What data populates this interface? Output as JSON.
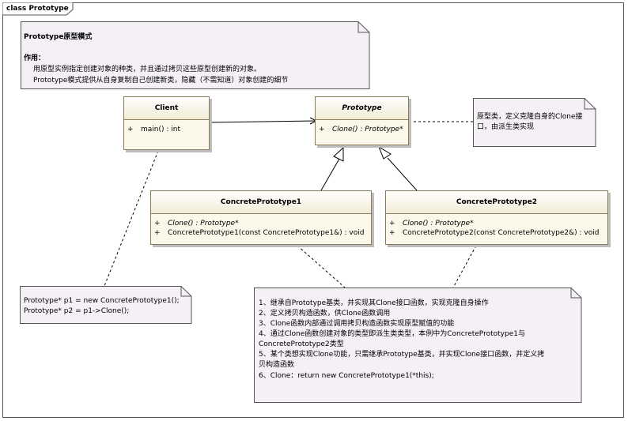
{
  "diagram": {
    "frame_label": "class Prototype"
  },
  "notes": {
    "title_note": {
      "title": "Prototype原型模式",
      "subtitle": "作用：",
      "line1": "用原型实例指定创建对象的种类，并且通过拷贝这些原型创建新的对象。",
      "line2": "Prototype模式提供从自身复制自己创建新类，隐藏（不需知道）对象创建的细节"
    },
    "prototype_note": {
      "line1": "原型类，定义克隆自身的Clone接",
      "line2": "口，由派生类实现"
    },
    "client_note": {
      "line1": "Prototype* p1 = new ConcretePrototype1();",
      "line2": "Prototype* p2 = p1->Clone();"
    },
    "concrete_note": {
      "line1": "1、继承自Prototype基类，并实现其Clone接口函数，实现克隆自身操作",
      "line2": "2、定义拷贝构造函数，供Clone函数调用",
      "line3": "3、Clone函数内部通过调用拷贝构造函数实现原型赋值的功能",
      "line4": "4、通过Clone函数创建对象的类型即派生类类型，本例中为ConcretePrototype1与",
      "line5": "ConcretePrototype2类型",
      "line6": "5、某个类想实现Clone功能，只需继承Prototype基类，并实现Clone接口函数，并定义拷",
      "line7": "贝构造函数",
      "line8": "6、Clone：return new ConcretePrototype1(*this);"
    }
  },
  "classes": {
    "client": {
      "name": "Client",
      "ops": [
        {
          "vis": "+",
          "sig": "main() : int"
        }
      ]
    },
    "prototype": {
      "name": "Prototype",
      "ops": [
        {
          "vis": "+",
          "sig": "Clone() : Prototype*"
        }
      ]
    },
    "concrete1": {
      "name": "ConcretePrototype1",
      "ops": [
        {
          "vis": "+",
          "sig": "Clone() : Prototype*"
        },
        {
          "vis": "+",
          "sig": "ConcretePrototype1(const ConcretePrototype1&) : void"
        }
      ]
    },
    "concrete2": {
      "name": "ConcretePrototype2",
      "ops": [
        {
          "vis": "+",
          "sig": "Clone() : Prototype*"
        },
        {
          "vis": "+",
          "sig": "ConcretePrototype2(const ConcretePrototype2&) : void"
        }
      ]
    }
  },
  "colors": {
    "note_fill": "#f4f0f6",
    "class_fill": "#fbf7e9",
    "border": "#8a7b5a"
  }
}
